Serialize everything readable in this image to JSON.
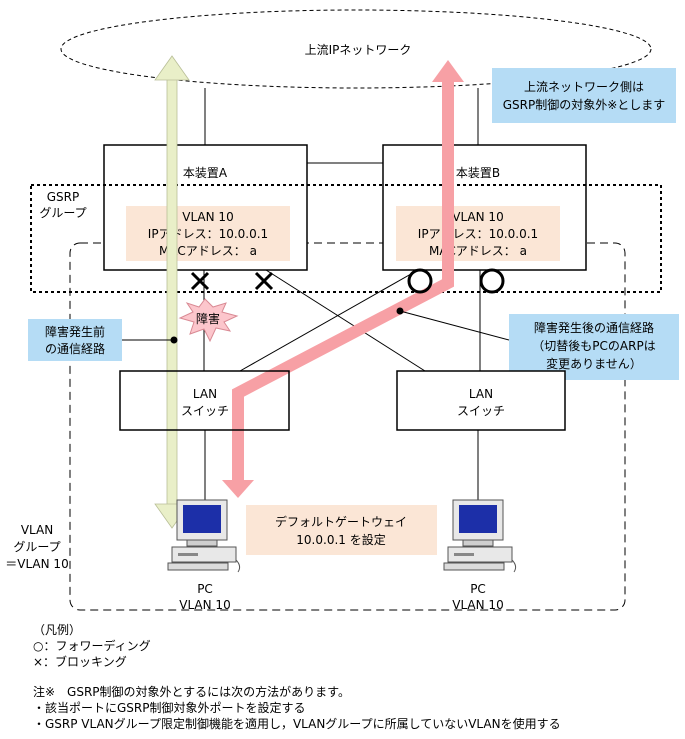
{
  "network": {
    "upstream_label": "上流IPネットワーク",
    "note_upstream": [
      "上流ネットワーク側は",
      "GSRP制御の対象外※とします"
    ],
    "device_a": {
      "title": "本装置A",
      "info": [
        "VLAN 10",
        "IPアドレス：10.0.0.1",
        "MACアドレス： a"
      ]
    },
    "device_b": {
      "title": "本装置B",
      "info": [
        "VLAN 10",
        "IPアドレス：10.0.0.1",
        "MACアドレス： a"
      ]
    },
    "gsrp_group_label": [
      "GSRP",
      "グループ"
    ],
    "failure_label": "障害",
    "before_path_label": [
      "障害発生前",
      "の通信経路"
    ],
    "after_path_label": [
      "障害発生後の通信経路",
      "（切替後もPCのARPは",
      "変更ありません）"
    ],
    "lan_switch_label": [
      "LAN",
      "スイッチ"
    ],
    "gateway_label": [
      "デフォルトゲートウェイ",
      "10.0.0.1 を設定"
    ],
    "vlan_group_label": [
      "VLAN",
      "グループ",
      "＝VLAN 10"
    ],
    "pc_label": [
      "PC",
      "VLAN 10"
    ]
  },
  "legend": {
    "title": "（凡例）",
    "items": [
      "○：フォワーディング",
      "×：ブロッキング"
    ]
  },
  "footnote": {
    "lines": [
      "注※　GSRP制御の対象外とするには次の方法があります。",
      "・該当ポートにGSRP制御対象外ポートを設定する",
      "・GSRP VLANグループ限定制御機能を適用し，VLANグループに所属していないVLANを使用する"
    ]
  },
  "colors": {
    "before_path": "#e9efc8",
    "after_path": "#f7a0a5",
    "note_box": "#b5dcf5",
    "info_box": "#fbe6d6",
    "burst": "#fcc6cc"
  }
}
